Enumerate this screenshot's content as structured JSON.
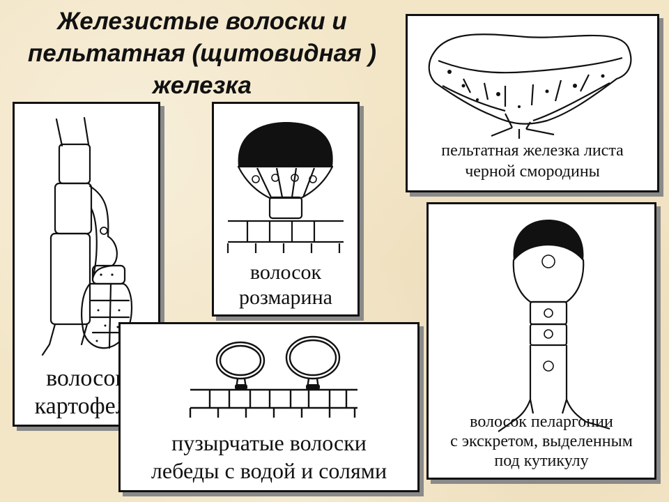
{
  "title": {
    "line1": "Железистые волоски и",
    "line2": "пельтатная (щитовидная )",
    "line3": "железка"
  },
  "panels": {
    "potato": {
      "line1": "волосок",
      "line2": "картофеля"
    },
    "rosemary": {
      "line1": "волосок",
      "line2": "розмарина"
    },
    "currant": {
      "line1": "пельтатная железка листа",
      "line2": "черной смородины"
    },
    "orache": {
      "line1": "пузырчатые волоски",
      "line2": "лебеды с водой и солями"
    },
    "pelargonium": {
      "line1": "волосок пеларгонии",
      "line2": "с экскретом, выделенным",
      "line3": "под кутикулу"
    }
  }
}
